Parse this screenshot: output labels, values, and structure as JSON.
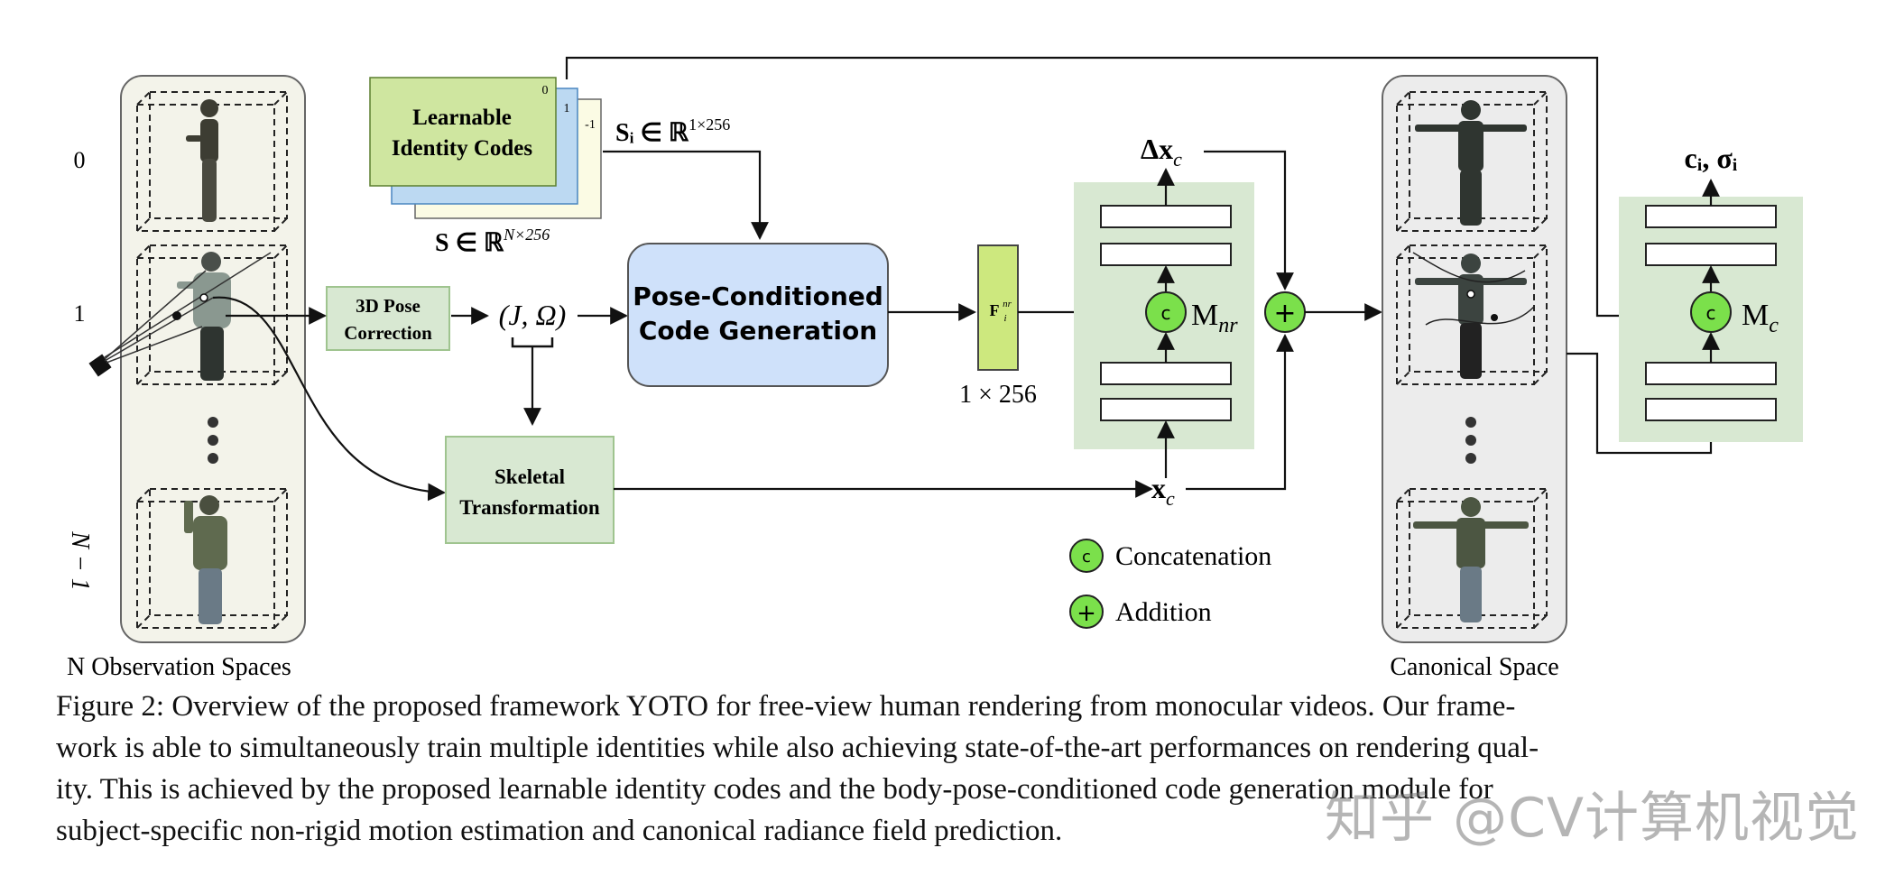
{
  "diagram": {
    "row_labels": [
      "0",
      "1",
      "N − 1"
    ],
    "observation_label": "N Observation Spaces",
    "canonical_label": "Canonical Space",
    "identity_codes": {
      "title_line1": "Learnable",
      "title_line2": "Identity Codes",
      "index_front": "0",
      "index_middle": "1",
      "index_back": "-1",
      "S_label": "S ∈ ℝ",
      "S_sup": "N×256",
      "Si_label": "Sᵢ ∈ ℝ",
      "Si_sup": "1×256"
    },
    "pose_correction_line1": "3D Pose",
    "pose_correction_line2": "Correction",
    "j_omega": "(J, Ω)",
    "code_gen_line1": "Pose-Conditioned",
    "code_gen_line2": "Code Generation",
    "skeletal_line1": "Skeletal",
    "skeletal_line2": "Transformation",
    "feature_label": "F",
    "feature_sup": "nr",
    "feature_sub": "i",
    "feature_dim": "1 × 256",
    "delta_x": "Δx",
    "delta_x_sub": "c",
    "x_c": "x",
    "x_c_sub": "c",
    "m_nr": "M",
    "m_nr_sub": "nr",
    "m_c": "M",
    "m_c_sub": "c",
    "output_label": "cᵢ, σᵢ",
    "concat_symbol": "c",
    "add_symbol": "+",
    "legend_concat": "Concatenation",
    "legend_add": "Addition"
  },
  "caption_lines": [
    "Figure 2: Overview of the proposed framework YOTO for free-view human rendering from monocular videos. Our frame-",
    "work is able to simultaneously train multiple identities while also achieving state-of-the-art performances on rendering qual-",
    "ity.  This is achieved by the proposed learnable identity codes and the body-pose-conditioned code generation module for",
    "subject-specific non-rigid motion estimation and canonical radiance field prediction."
  ],
  "watermark": "知乎 @CV计算机视觉",
  "colors": {
    "panel_bg": "#f3f3ea",
    "canonical_bg": "#ececec",
    "green_box": "#d8e8d2",
    "green_border": "#9fc48f",
    "identity_green": "#cfe6a0",
    "identity_blue": "#bcd9f2",
    "identity_cream": "#fbfbe4",
    "code_gen_fill": "#cfe1fa",
    "feature_fill": "#cde87e",
    "circle_green": "#7be04b"
  }
}
